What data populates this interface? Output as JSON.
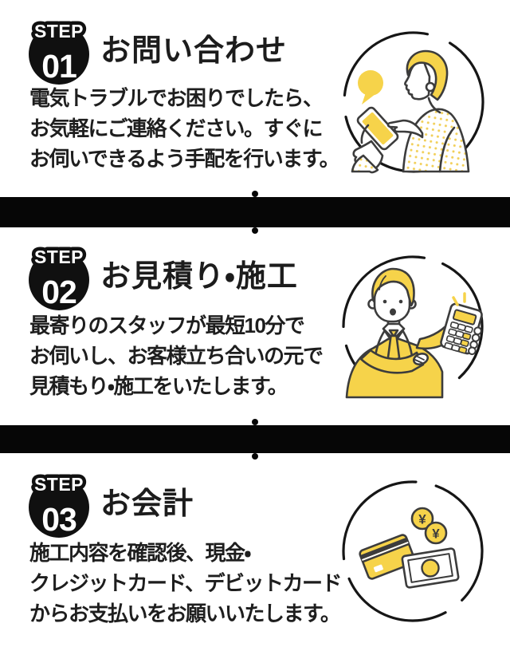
{
  "colors": {
    "accent_yellow": "#f6d34a",
    "pattern_yellow": "#f2cf57",
    "ink": "#1e1e1e",
    "divider_band": "#060606",
    "line_art": "#3c3c3c"
  },
  "steps": [
    {
      "badge_label": "STEP",
      "badge_number": "01",
      "title": "お問い合わせ",
      "description_lines": [
        "電気トラブルでお困りでしたら、",
        "お気軽にご連絡ください。すぐに",
        "お伺いできるよう手配を行います。"
      ],
      "illustration": "person-checking-smartphone"
    },
    {
      "badge_label": "STEP",
      "badge_number": "02",
      "title": "お見積り・施工",
      "description_lines": [
        "最寄りのスタッフが最短10分で",
        "お伺いし、お客様立ち合いの元で",
        "見積もり・施工をいたします。"
      ],
      "illustration": "staff-showing-calculator"
    },
    {
      "badge_label": "STEP",
      "badge_number": "03",
      "title": "お会計",
      "description_lines": [
        "施工内容を確認後、現金・",
        "クレジットカード、デビットカード",
        "からお支払いをお願いいたします。"
      ],
      "illustration": "credit-card-cash-and-coins"
    }
  ],
  "illustration_text": {
    "coin_symbol": "¥"
  }
}
